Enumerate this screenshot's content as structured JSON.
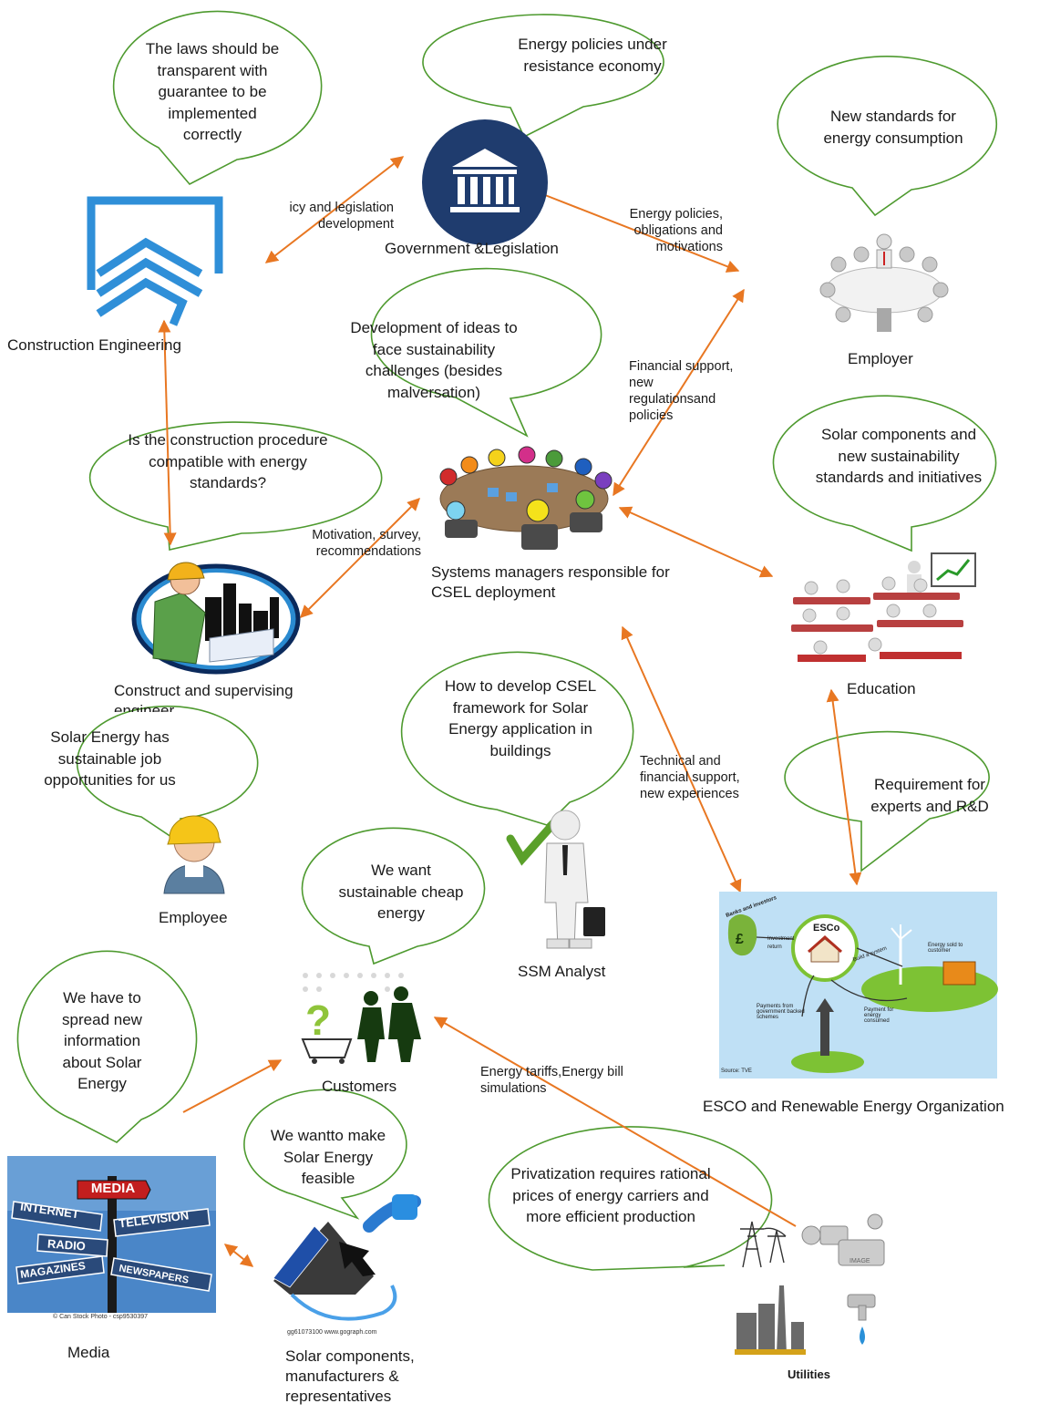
{
  "nodes": {
    "construction_engineering": "Construction Engineering",
    "government": "Government &Legislation",
    "employer": "Employer",
    "systems_managers": "Systems managers responsible for CSEL  deployment",
    "education": "Education",
    "construct_supervising": "Construct and supervising engineer",
    "employee": "Employee",
    "ssm_analyst": "SSM Analyst",
    "customers": "Customers",
    "esco": "ESCO  and Renewable Energy Organization",
    "media": "Media",
    "solar_components": "Solar components, manufacturers & representatives",
    "utilities": "Utilities"
  },
  "bubbles": {
    "laws": "The laws should be transparent with guarantee to be implemented correctly",
    "resistance": "Energy policies under resistance economy",
    "standards": "New standards for energy consumption",
    "ideas": "Development of ideas to face sustainability challenges (besides malversation)",
    "compatible": "Is the construction procedure compatible with energy standards?",
    "solar_standards": "Solar components and new sustainability standards and initiatives",
    "develop_csel": "How to develop CSEL framework for Solar Energy application in buildings",
    "job": "Solar Energy has sustainable job opportunities for us",
    "requirement": "Requirement for experts and R&D",
    "cheap": "We want sustainable cheap energy",
    "spread": "We have to spread new information about Solar Energy",
    "feasible": "We wantto make Solar Energy feasible",
    "privatization": "Privatization requires rational prices of energy carriers and more efficient production"
  },
  "edge_labels": {
    "policy_dev": "icy and legislation development",
    "energy_policies": "Energy policies, obligations and motivations",
    "financial": "Financial support, new regulationsand policies",
    "motivation": "Motivation, survey, recommendations",
    "technical": "Technical and financial support, new experiences",
    "tariffs": "Energy tariffs,Energy bill simulations"
  },
  "image_text": {
    "media_sign": "MEDIA",
    "internet": "INTERNET",
    "television": "TELEVISION",
    "radio": "RADIO",
    "magazines": "MAGAZINES",
    "newspapers": "NEWSPAPERS",
    "canstock": "© Can Stock Photo - csp9530397",
    "gograph": "gg61073100 www.gograph.com",
    "esco_logo": "ESCo",
    "banks": "Banks and investors",
    "investment": "Investment",
    "return": "return",
    "build": "Build a system",
    "energy_sold": "Energy sold to customer",
    "payments_gov": "Payments from government backed schemes",
    "payment_energy": "Payment for energy consumed",
    "source": "Source: TVE",
    "image_tag": "IMAGE"
  },
  "colors": {
    "arrow": "#e87722",
    "bubble_border": "#4e9a2f",
    "gov_blue": "#1f3c6e",
    "ce_blue": "#2f8fd8"
  }
}
